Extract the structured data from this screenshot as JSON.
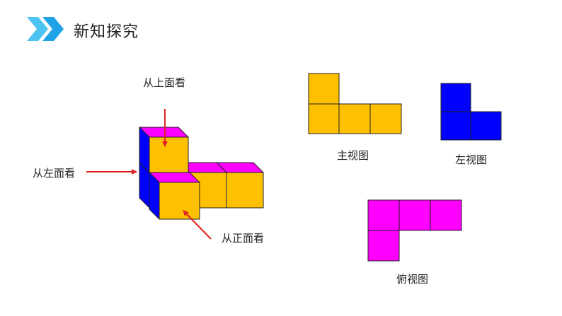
{
  "header": {
    "title": "新知探究",
    "icon": "double-chevron-right-icon",
    "accent": "#1fa2e8"
  },
  "cube_model": {
    "annotations": {
      "top": "从上面看",
      "left": "从左面看",
      "front": "从正面看"
    },
    "arrow_color": "#e02020",
    "face_colors": {
      "front": "#ffc000",
      "top": "#ff00ff",
      "side": "#0000ff"
    }
  },
  "views": {
    "front": {
      "label": "主视图",
      "color": "#ffc000"
    },
    "left": {
      "label": "左视图",
      "color": "#0000ff"
    },
    "top": {
      "label": "俯视图",
      "color": "#ff00ff"
    }
  }
}
